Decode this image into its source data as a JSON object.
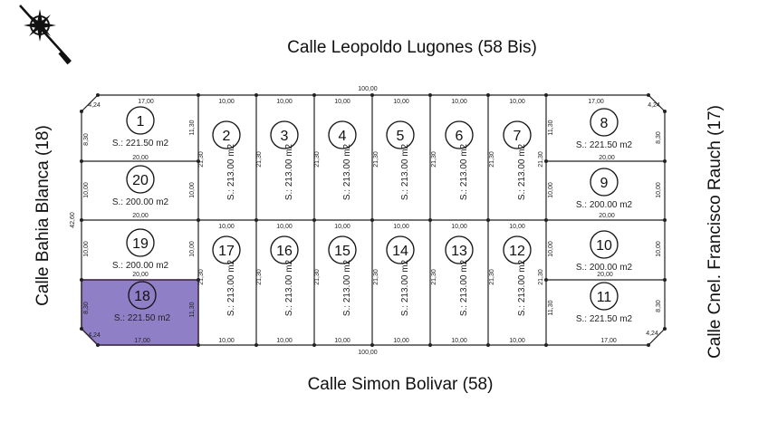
{
  "streets": {
    "top": "Calle Leopoldo Lugones (58 Bis)",
    "bottom": "Calle Simon Bolivar (58)",
    "left": "Calle Bahia Blanca (18)",
    "right": "Calle Cnel. Francisco Rauch (17)"
  },
  "total_width": "100,00",
  "total_depth": "42,60",
  "lots": [
    {
      "number": "1",
      "area": "S.: 221.50 m2"
    },
    {
      "number": "2",
      "area": "S.: 213.00 m2"
    },
    {
      "number": "3",
      "area": "S.: 213.00 m2"
    },
    {
      "number": "4",
      "area": "S.: 213.00 m2"
    },
    {
      "number": "5",
      "area": "S.: 213.00 m2"
    },
    {
      "number": "6",
      "area": "S.: 213.00 m2"
    },
    {
      "number": "7",
      "area": "S.: 213.00 m2"
    },
    {
      "number": "8",
      "area": "S.: 221.50 m2"
    },
    {
      "number": "9",
      "area": "S.: 200.00 m2"
    },
    {
      "number": "10",
      "area": "S.: 200.00 m2"
    },
    {
      "number": "11",
      "area": "S.: 221.50 m2"
    },
    {
      "number": "12",
      "area": "S.: 213.00 m2"
    },
    {
      "number": "13",
      "area": "S.: 213.00 m2"
    },
    {
      "number": "14",
      "area": "S.: 213.00 m2"
    },
    {
      "number": "15",
      "area": "S.: 213.00 m2"
    },
    {
      "number": "16",
      "area": "S.: 213.00 m2"
    },
    {
      "number": "17",
      "area": "S.: 213.00 m2"
    },
    {
      "number": "18",
      "area": "S.: 221.50 m2"
    },
    {
      "number": "19",
      "area": "S.: 200.00 m2"
    },
    {
      "number": "20",
      "area": "S.: 200.00 m2"
    }
  ],
  "dims": {
    "corner_top": "17,00",
    "corner_chamfer": "4,24",
    "corner_side": "8,30",
    "corner_long": "11,30",
    "mid_width": "20,00",
    "mid_side": "10,00",
    "lot_width": "10,00",
    "lot_depth": "21,30"
  },
  "highlight": {
    "lot": "18",
    "color": "#8e7fc7",
    "border": "#9a3fb0"
  },
  "icons": {
    "compass": "compass-rose-icon"
  }
}
